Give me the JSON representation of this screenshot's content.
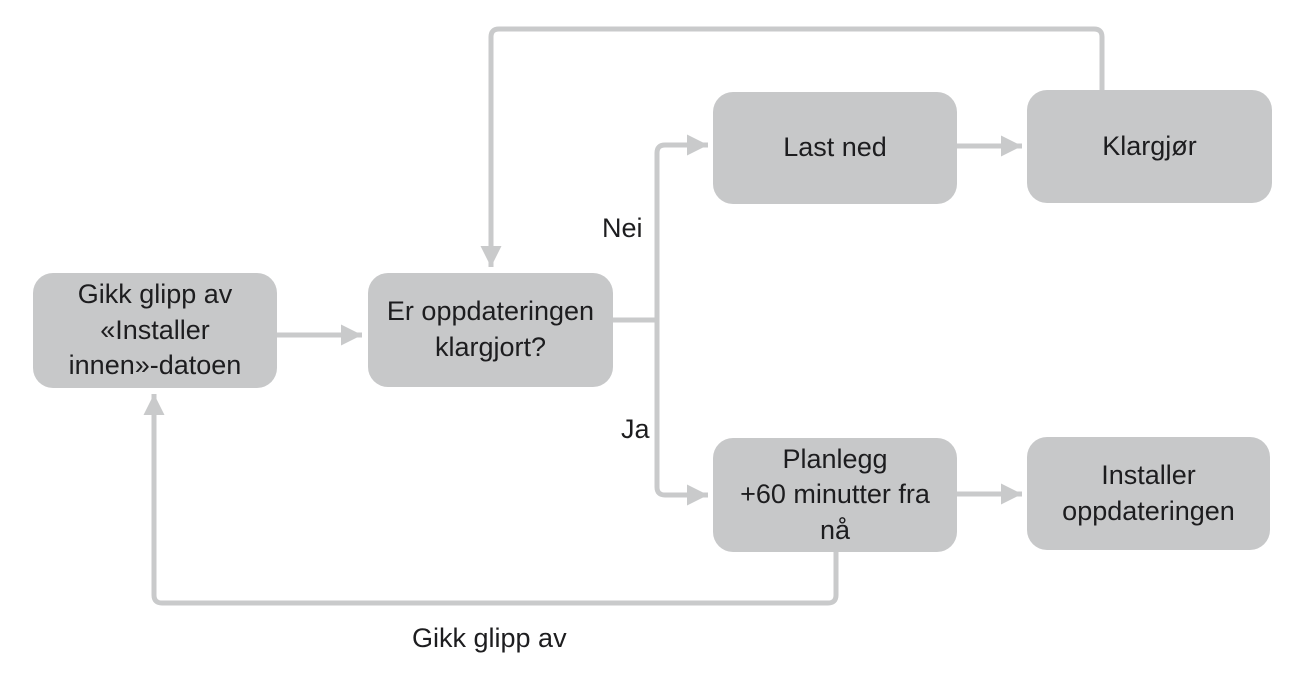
{
  "diagram": {
    "type": "flowchart",
    "language": "Norwegian",
    "background": "#ffffff",
    "colors": {
      "node_fill": "#c7c8c9",
      "connector": "#c9cacb",
      "text": "#1d1d1f"
    },
    "nodes": [
      {
        "id": "missed-date",
        "label": "Gikk glipp av\n«Installer\ninnen»-datoen"
      },
      {
        "id": "is-prepared",
        "label": "Er oppdateringen\nklargjort?"
      },
      {
        "id": "download",
        "label": "Last ned"
      },
      {
        "id": "prepare",
        "label": "Klargjør"
      },
      {
        "id": "schedule",
        "label": "Planlegg\n+60 minutter fra nå"
      },
      {
        "id": "install",
        "label": "Installer\noppdateringen"
      }
    ],
    "edge_labels": {
      "no": "Nei",
      "yes": "Ja",
      "missed": "Gikk glipp av"
    },
    "edges": [
      {
        "from": "missed-date",
        "to": "is-prepared",
        "label": ""
      },
      {
        "from": "is-prepared",
        "to": "download",
        "label": "Nei"
      },
      {
        "from": "download",
        "to": "prepare",
        "label": ""
      },
      {
        "from": "prepare",
        "to": "is-prepared",
        "label": ""
      },
      {
        "from": "is-prepared",
        "to": "schedule",
        "label": "Ja"
      },
      {
        "from": "schedule",
        "to": "install",
        "label": ""
      },
      {
        "from": "schedule",
        "to": "missed-date",
        "label": "Gikk glipp av"
      }
    ]
  }
}
